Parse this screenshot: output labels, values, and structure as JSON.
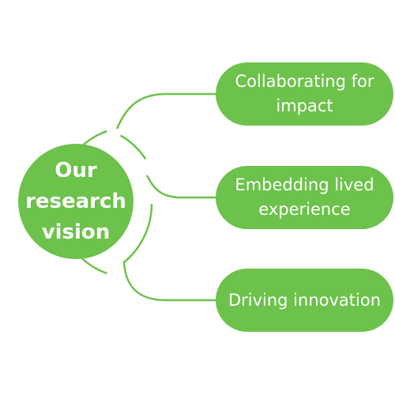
{
  "colors": {
    "accent": "#6cc24a",
    "text_on_accent": "#ffffff",
    "background": "#ffffff"
  },
  "center": {
    "label": "Our research vision"
  },
  "branches": [
    {
      "label": "Collaborating for impact"
    },
    {
      "label": "Embedding lived experience"
    },
    {
      "label": "Driving innovation"
    }
  ]
}
